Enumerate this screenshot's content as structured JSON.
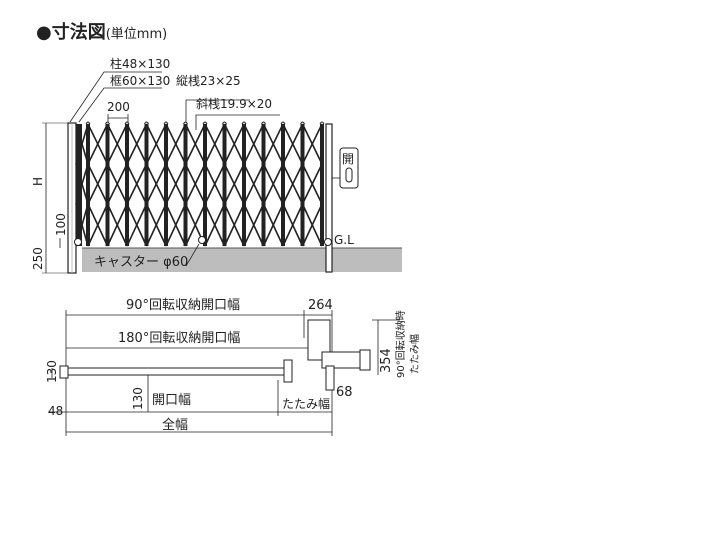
{
  "header": {
    "bullet": "●",
    "title": "寸法図",
    "unit": "(単位mm)"
  },
  "elevation": {
    "pillar": "柱48×130",
    "frame": "框60×130",
    "vertical_bar": "縦桟23×25",
    "diagonal_bar": "斜桟19.9×20",
    "pitch": "200",
    "height": "H",
    "h100": "100",
    "h250": "250",
    "open_label": "開",
    "ground": "G.L",
    "caster": "キャスター φ60"
  },
  "plan": {
    "rot90_opening": "90°回転収納開口幅",
    "rot180_opening": "180°回転収納開口幅",
    "d264": "264",
    "d354": "354",
    "rot90_storage": "90°回転収納時",
    "folded": "たたみ幅",
    "d130_left": "130",
    "d130_inner": "130",
    "opening_width": "開口幅",
    "d68": "68",
    "d48": "48",
    "total_width": "全幅",
    "folded_width": "たたみ幅"
  }
}
